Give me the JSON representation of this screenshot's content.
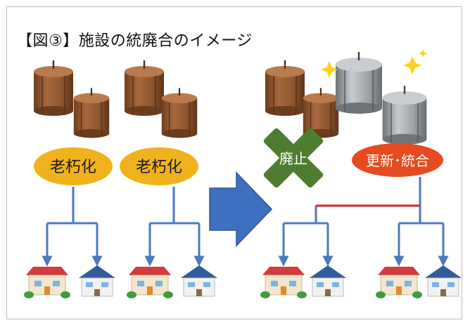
{
  "title": "【図③】施設の統廃合のイメージ",
  "labels": {
    "aging_left": "老朽化",
    "aging_right": "老朽化",
    "abolish": "廃止",
    "renew": "更新･統合"
  },
  "colors": {
    "aging": "#f0b21c",
    "abolish": "#4e7d31",
    "renew": "#e64a1e",
    "arrow": "#3f6fbf",
    "tree": "#4a78c2",
    "link": "#d62b2b",
    "old_tank": "#a8683e",
    "new_tank": "#a6abb0"
  },
  "icons": [
    "old-water-tank-icon",
    "new-water-tank-icon",
    "sparkle-icon",
    "house-icon",
    "cross-icon"
  ]
}
